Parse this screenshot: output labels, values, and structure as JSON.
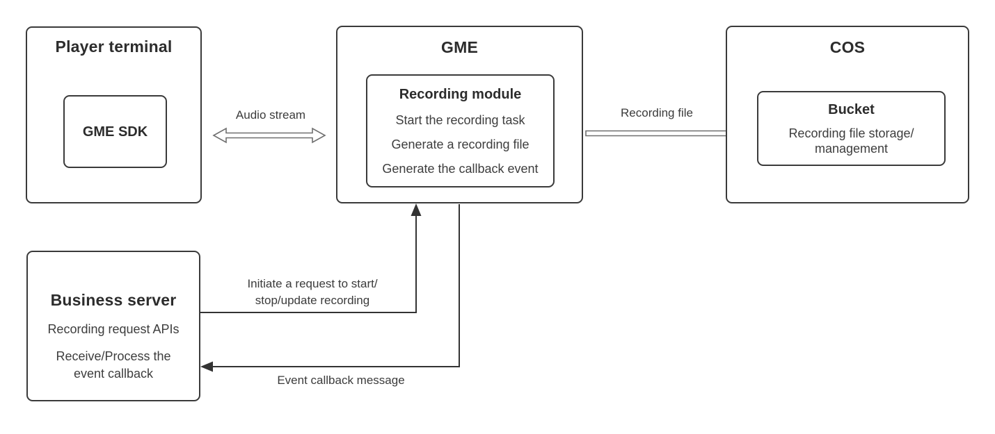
{
  "nodes": {
    "player_terminal": {
      "title": "Player terminal",
      "child": {
        "title": "GME SDK"
      }
    },
    "gme": {
      "title": "GME",
      "child": {
        "title": "Recording module",
        "lines": [
          "Start the recording task",
          "Generate a recording file",
          "Generate the callback event"
        ]
      }
    },
    "cos": {
      "title": "COS",
      "child": {
        "title": "Bucket",
        "body": "Recording file storage/\nmanagement"
      }
    },
    "business_server": {
      "title": "Business server",
      "line1": "Recording request APIs",
      "line2": "Receive/Process the\nevent callback"
    }
  },
  "edges": {
    "audio_stream": {
      "label": "Audio stream",
      "style": "hollow-double-arrow"
    },
    "recording_file": {
      "label": "Recording file",
      "style": "hollow-arrow"
    },
    "initiate_request": {
      "label": "Initiate a request to start/\nstop/update recording",
      "style": "solid-arrow-up"
    },
    "event_callback": {
      "label": "Event callback message",
      "style": "solid-arrow-left"
    }
  },
  "colors": {
    "background": "#ffffff",
    "box_border": "#3a3a3a",
    "title_text": "#2c2c2c",
    "body_text": "#3d3d3d",
    "solid_arrow": "#333333",
    "hollow_arrow_stroke": "#6f6f6f",
    "hollow_arrow_fill": "#ffffff"
  }
}
